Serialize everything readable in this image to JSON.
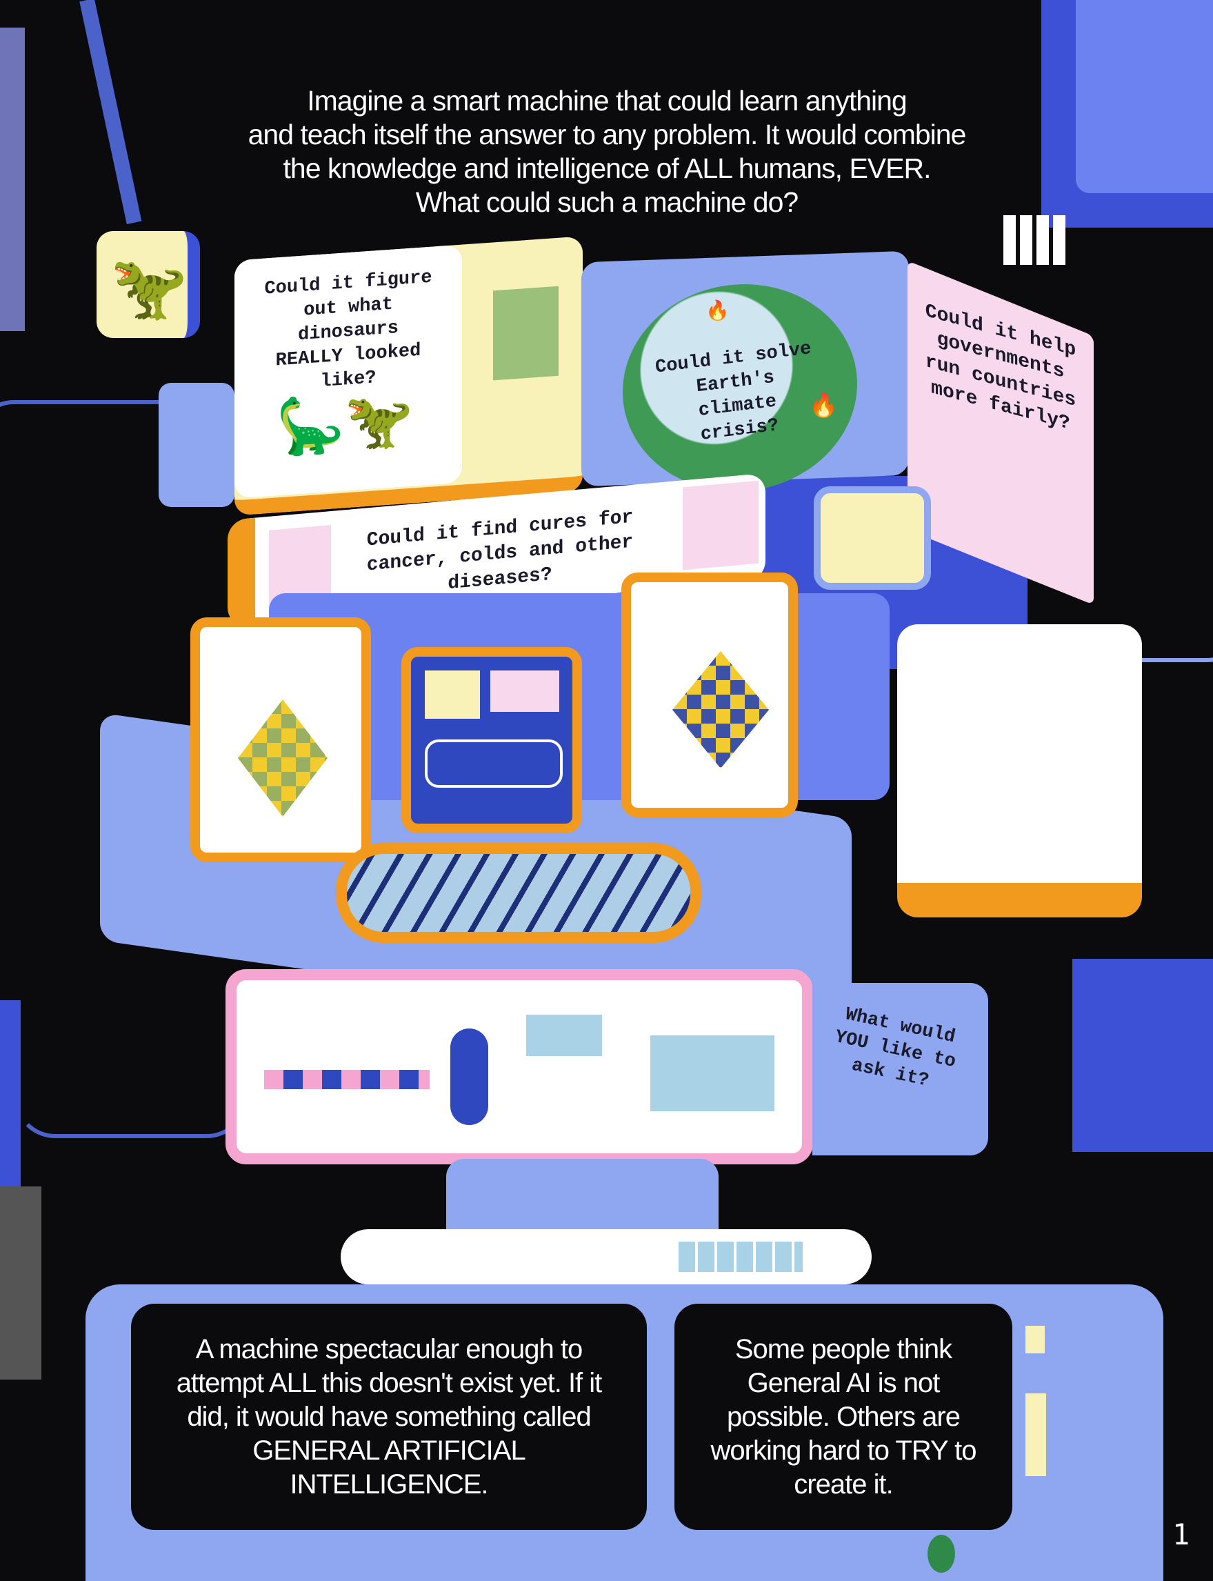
{
  "intro": {
    "lines": [
      "Imagine a smart machine that could learn anything",
      "and teach itself the answer to any problem. It would combine",
      "the knowledge and intelligence of ALL humans, EVER.",
      "What could such a machine do?"
    ]
  },
  "questions": {
    "dinosaurs": "Could it figure out what dinosaurs REALLY looked like?",
    "climate": "Could it solve Earth's climate crisis?",
    "governments": "Could it help governments run countries more fairly?",
    "cancer": "Could it find cures for cancer, colds and other diseases?",
    "you": "What would YOU like to ask it?"
  },
  "boxes": {
    "left": "A machine spectacular enough to attempt ALL this doesn't exist yet. If it did, it would have something called GENERAL ARTIFICIAL INTELLIGENCE.",
    "right": "Some people think General AI is not possible. Others are working hard to TRY to create it."
  },
  "page_number": "1",
  "colors": {
    "background": "#0b0a0c",
    "machine_blue": "#8fa6f0",
    "dark_blue": "#2f48c0",
    "orange": "#f29a1e",
    "pink": "#f4a6d0",
    "cream": "#f8f1b8",
    "yellow": "#f2cc2e"
  }
}
